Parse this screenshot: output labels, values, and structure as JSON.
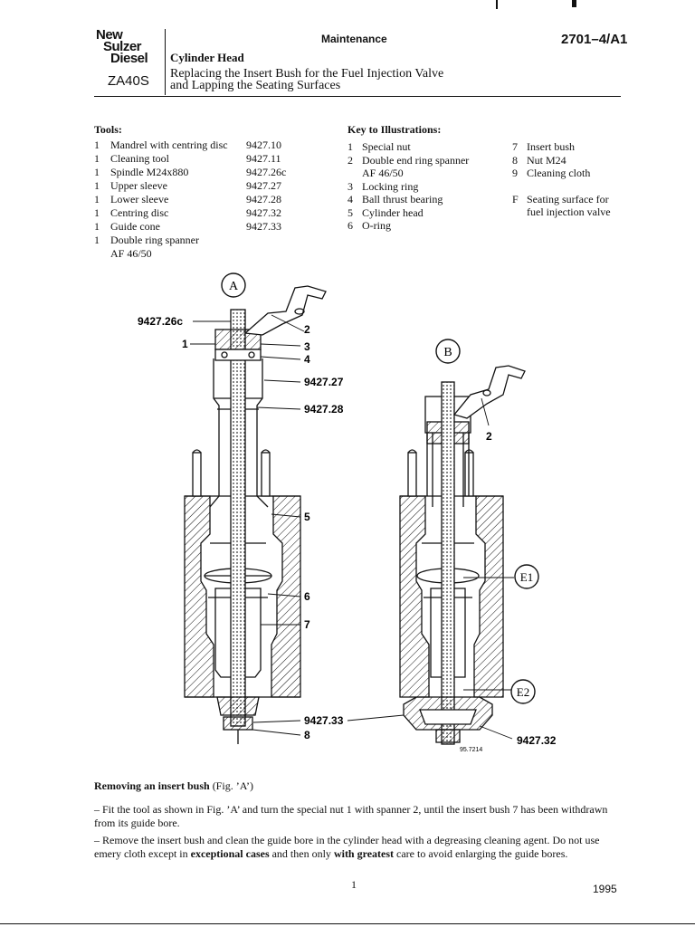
{
  "header": {
    "logo": [
      "New",
      "Sulzer",
      "Diesel"
    ],
    "model": "ZA40S",
    "section": "Maintenance",
    "doc_number": "2701–4/A1",
    "title": "Cylinder Head",
    "subtitle_line1": "Replacing the Insert Bush for the Fuel Injection Valve",
    "subtitle_line2": "and Lapping the Seating Surfaces"
  },
  "tools": {
    "heading": "Tools:",
    "items": [
      {
        "qty": "1",
        "name": "Mandrel with centring disc",
        "number": "9427.10"
      },
      {
        "qty": "1",
        "name": "Cleaning tool",
        "number": "9427.11"
      },
      {
        "qty": "1",
        "name": "Spindle M24x880",
        "number": "9427.26c"
      },
      {
        "qty": "1",
        "name": "Upper sleeve",
        "number": "9427.27"
      },
      {
        "qty": "1",
        "name": "Lower sleeve",
        "number": "9427.28"
      },
      {
        "qty": "1",
        "name": "Centring disc",
        "number": "9427.32"
      },
      {
        "qty": "1",
        "name": "Guide cone",
        "number": "9427.33"
      },
      {
        "qty": "1",
        "name": "Double ring spanner",
        "number": ""
      }
    ],
    "last_extra": "AF 46/50"
  },
  "key": {
    "heading": "Key to Illustrations:",
    "left": [
      {
        "id": "1",
        "text": "Special nut"
      },
      {
        "id": "2",
        "text": "Double end ring spanner"
      },
      {
        "id": "",
        "text": "AF 46/50"
      },
      {
        "id": "3",
        "text": "Locking ring"
      },
      {
        "id": "4",
        "text": "Ball thrust bearing"
      },
      {
        "id": "5",
        "text": "Cylinder head"
      },
      {
        "id": "6",
        "text": "O-ring"
      }
    ],
    "right": [
      {
        "id": "7",
        "text": "Insert bush"
      },
      {
        "id": "8",
        "text": "Nut M24"
      },
      {
        "id": "9",
        "text": "Cleaning cloth"
      },
      {
        "id": "",
        "text": ""
      },
      {
        "id": "F",
        "text": "Seating surface for"
      },
      {
        "id": "",
        "text": "fuel injection valve"
      }
    ]
  },
  "figure": {
    "fig_a_label": "A",
    "fig_b_label": "B",
    "callouts_a": {
      "c9427_26c": "9427.26c",
      "c1": "1",
      "c2": "2",
      "c3": "3",
      "c4": "4",
      "c9427_27": "9427.27",
      "c9427_28": "9427.28",
      "c5": "5",
      "c6": "6",
      "c7": "7",
      "c9427_33": "9427.33",
      "c8": "8"
    },
    "callouts_b": {
      "c2": "2",
      "e1": "E1",
      "e2": "E2",
      "c9427_32": "9427.32",
      "ref": "95.7214"
    }
  },
  "body": {
    "heading_bold": "Removing an insert bush",
    "heading_rest": " (Fig. ’A’)",
    "para1": "– Fit the tool as shown in Fig. ’A’ and turn the special nut 1 with spanner 2, until the insert bush 7 has been withdrawn from its guide bore.",
    "para2_a": "– Remove the insert bush and clean the guide bore in the cylinder head with a degreasing cleaning agent. Do not use emery cloth except in ",
    "para2_b": "exceptional cases",
    "para2_c": " and then only ",
    "para2_d": "with greatest",
    "para2_e": " care to avoid enlarging the guide bores."
  },
  "footer": {
    "page": "1",
    "year": "1995"
  }
}
